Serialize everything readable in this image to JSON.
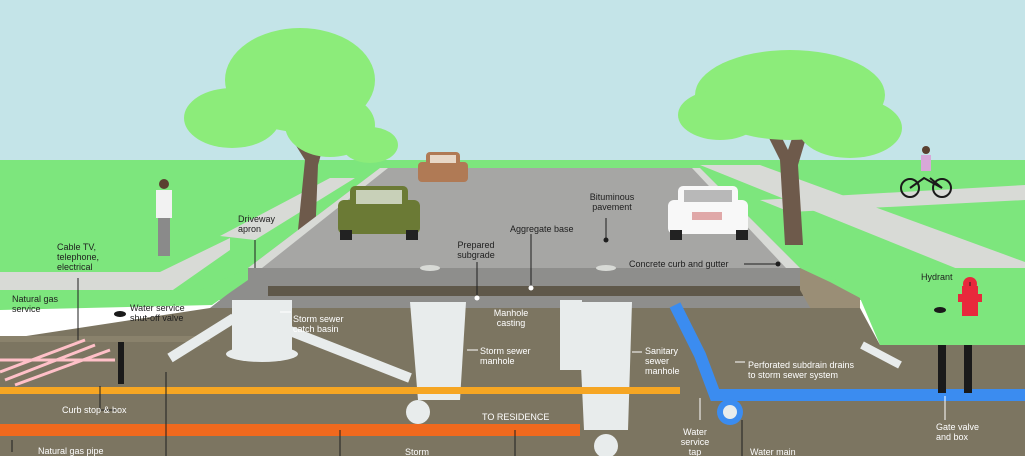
{
  "diagram": {
    "labels": {
      "driveway_apron": "Driveway\napron",
      "cable_tv": "Cable TV,\ntelephone,\nelectrical",
      "natural_gas_service": "Natural gas\nservice",
      "water_service_shutoff": "Water service\nshut-off valve",
      "bituminous_pavement": "Bituminous\npavement",
      "aggregate_base": "Aggregate base",
      "prepared_subgrade": "Prepared\nsubgrade",
      "concrete_curb": "Concrete curb and gutter",
      "hydrant": "Hydrant",
      "storm_sewer_catch_basin": "Storm sewer\ncatch basin",
      "manhole_casting": "Manhole\ncasting",
      "storm_sewer_manhole": "Storm sewer\nmanhole",
      "sanitary_sewer_manhole": "Sanitary\nsewer\nmanhole",
      "perforated_subdrain": "Perforated subdrain drains\nto storm sewer system",
      "curb_stop_box": "Curb stop & box",
      "to_residence": "TO RESIDENCE",
      "water_service_tap": "Water\nservice\ntap",
      "water_main": "Water main",
      "gate_valve": "Gate valve\nand box",
      "natural_gas_pipe": "Natural gas pipe",
      "storm_sewer_pipe": "Storm"
    },
    "colors": {
      "sky": "#c4e4e8",
      "grass": "#7de67d",
      "tree_foliage": "#8cec7a",
      "trunk": "#6e5a4b",
      "pavement": "#a6a6a4",
      "soil": "#7c7561",
      "gas_pipe": "#ffc0c8",
      "water_service_pipe": "#f6a623",
      "gas_main": "#f0691e",
      "water_main": "#3b8cf0",
      "hydrant": "#e8283c",
      "car_green": "#6b7a35",
      "car_brown": "#b07a55",
      "car_white": "#f8f8f8"
    }
  }
}
